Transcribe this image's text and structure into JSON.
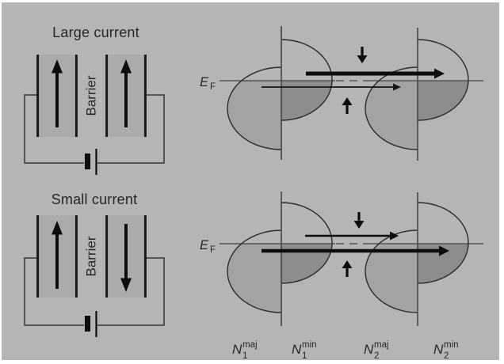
{
  "figure": {
    "panel_top_left": {
      "title": "Large current",
      "barrier": "Barrier"
    },
    "panel_bottom_left": {
      "title": "Small current",
      "barrier": "Barrier"
    },
    "fermi_label": {
      "base": "E",
      "sub": "F"
    },
    "dos_labels": {
      "n1maj": {
        "base": "N",
        "sub": "1",
        "sup": "maj"
      },
      "n1min": {
        "base": "N",
        "sub": "1",
        "sup": "min"
      },
      "n2maj": {
        "base": "N",
        "sub": "2",
        "sup": "maj"
      },
      "n2min": {
        "base": "N",
        "sub": "2",
        "sup": "min"
      }
    },
    "glyphs": {
      "spin_up_icon": "↑",
      "spin_down_icon": "↓",
      "magnetization_up_icon": "↑",
      "magnetization_down_icon": "↓",
      "battery_icon": "battery-cell"
    },
    "colors": {
      "canvas": "#b5b5b5",
      "page": "#ffffff",
      "electrode_fill": "#ababab",
      "majority_fill": "#a3a3a3",
      "minority_fill": "#8d8d8d",
      "outline": "#2b2b2b",
      "axis": "#4a4a4a",
      "fermi_line": "#55555a",
      "wire": "#4a4a4a",
      "arrow": "#0d0d0d",
      "text": "#26262b"
    }
  }
}
